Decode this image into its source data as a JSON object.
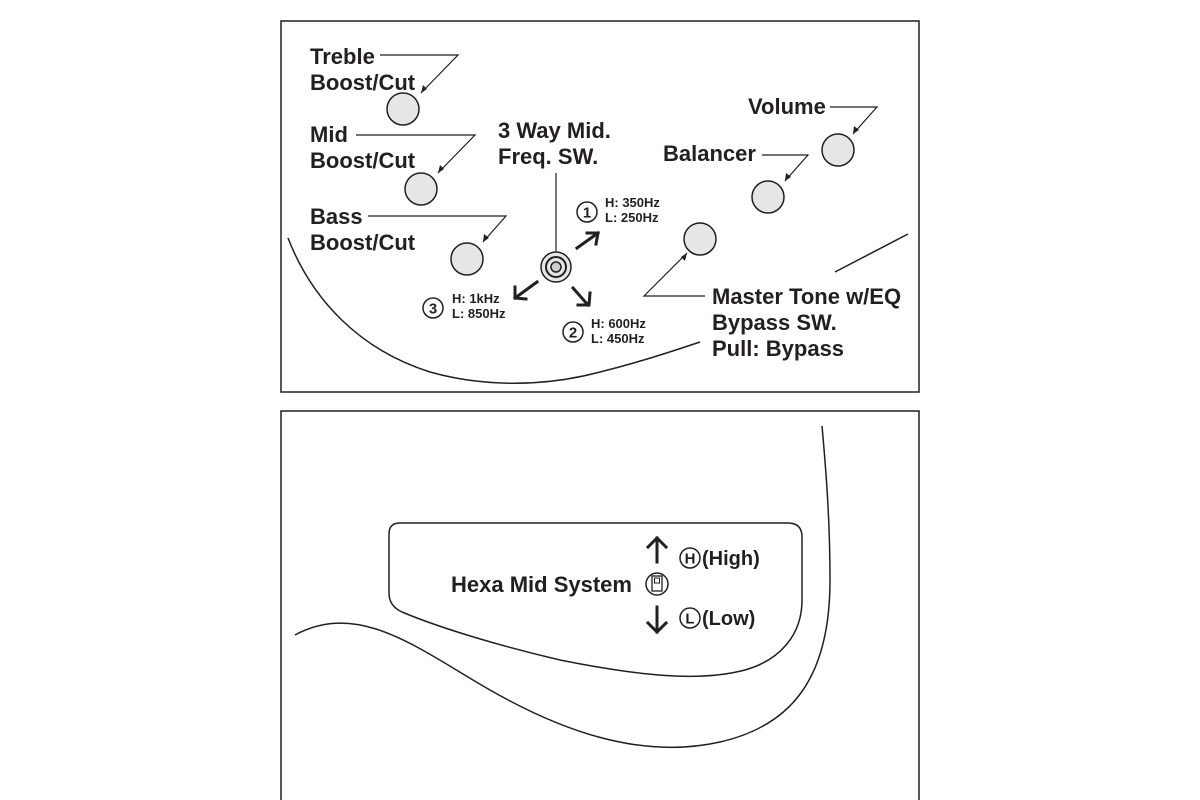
{
  "top_panel": {
    "treble_label": [
      "Treble",
      "Boost/Cut"
    ],
    "mid_label": [
      "Mid",
      "Boost/Cut"
    ],
    "bass_label": [
      "Bass",
      "Boost/Cut"
    ],
    "switch_label": [
      "3 Way Mid.",
      "Freq. SW."
    ],
    "volume_label": "Volume",
    "balancer_label": "Balancer",
    "master_tone_label": [
      "Master Tone w/EQ",
      "Bypass SW.",
      "Pull: Bypass"
    ],
    "positions": [
      {
        "num": "①",
        "h": "H: 350Hz",
        "l": "L: 250Hz"
      },
      {
        "num": "②",
        "h": "H: 600Hz",
        "l": "L: 450Hz"
      },
      {
        "num": "③",
        "h": "H: 1kHz",
        "l": "L: 850Hz"
      }
    ]
  },
  "bottom_panel": {
    "system_label": "Hexa Mid System",
    "high_symbol": "Ⓗ",
    "high_label": "(High)",
    "low_symbol": "Ⓛ",
    "low_label": "(Low)"
  }
}
